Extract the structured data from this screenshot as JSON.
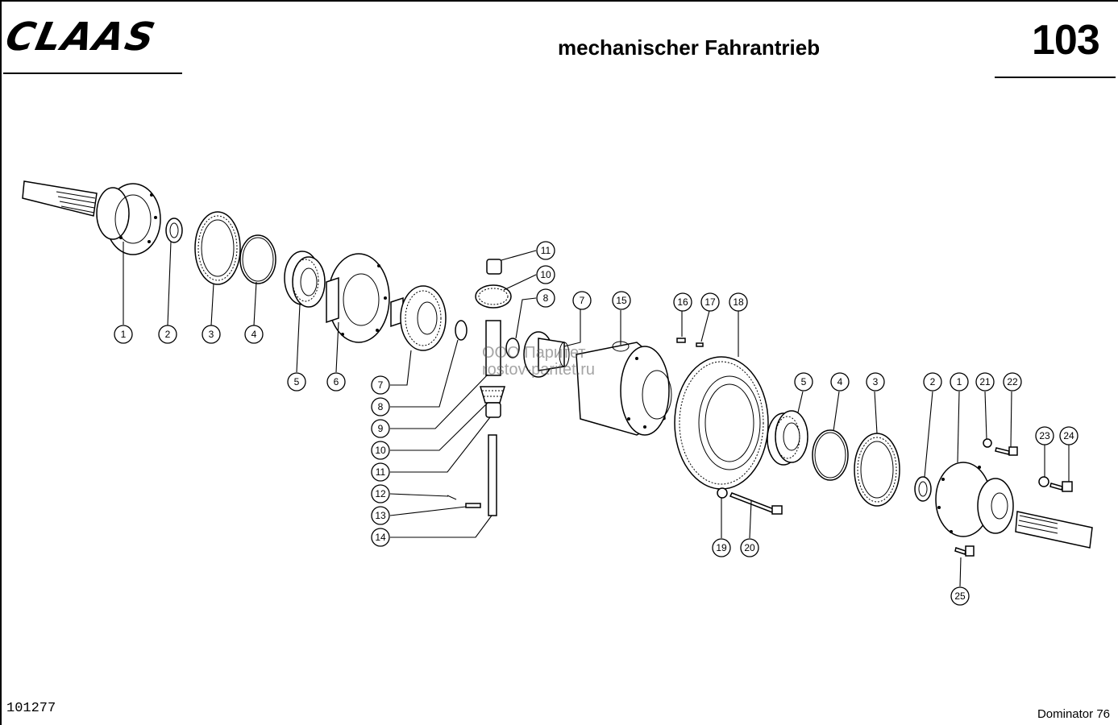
{
  "header": {
    "logo_text": "CLAAS",
    "title": "mechanischer Fahrantrieb",
    "page_number": "103"
  },
  "footer": {
    "document_number": "101277",
    "model": "Dominator 76"
  },
  "watermark": {
    "line1": "ООО Паритет",
    "line2": "rostov-paritet.ru"
  },
  "callouts": [
    "1",
    "2",
    "3",
    "4",
    "5",
    "6",
    "7",
    "8",
    "9",
    "10",
    "11",
    "12",
    "13",
    "14",
    "11",
    "10",
    "8",
    "7",
    "15",
    "16",
    "17",
    "18",
    "5",
    "4",
    "3",
    "2",
    "1",
    "21",
    "22",
    "23",
    "24",
    "19",
    "20",
    "25"
  ]
}
